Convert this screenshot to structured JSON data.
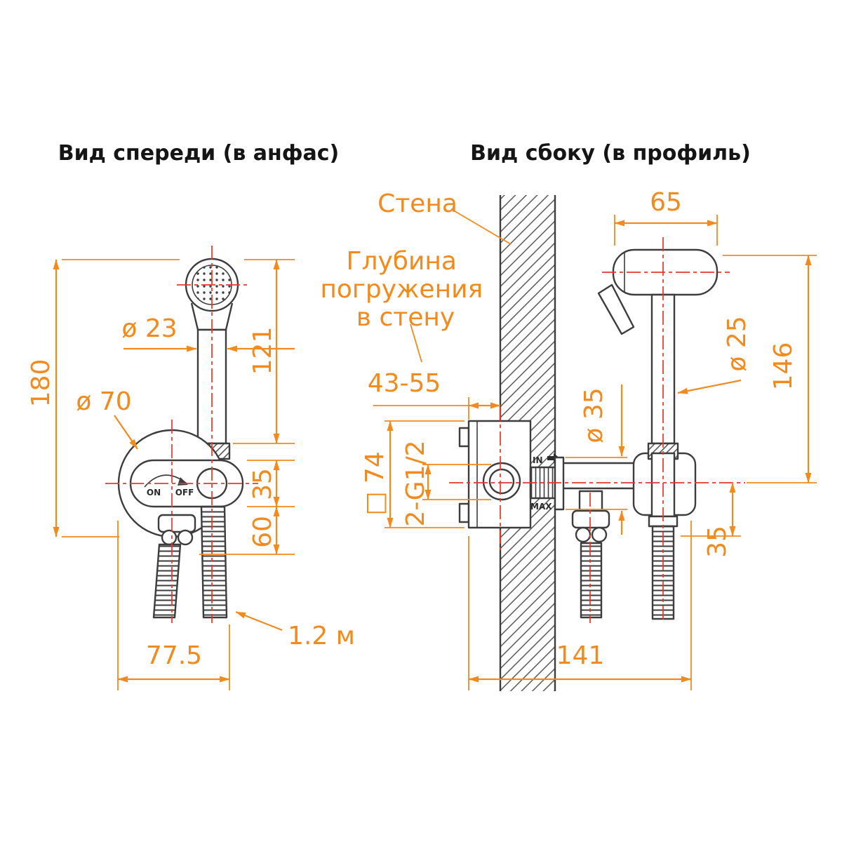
{
  "titles": {
    "front": "Вид спереди (в анфас)",
    "side": "Вид сбоку (в профиль)"
  },
  "front": {
    "total_height": "180",
    "sprayer_diameter": "ø 23",
    "sprayer_length": "121",
    "plate_diameter": "ø 70",
    "offset_top": "35",
    "offset_bottom": "60",
    "base_width": "77.5",
    "hose_length": "1.2 м",
    "valve_on": "ON",
    "valve_off": "OFF"
  },
  "side": {
    "wall_label": "Стена",
    "depth_caption_lines": [
      "Глубина",
      "погружения",
      "в стену"
    ],
    "embed_depth": "43-55",
    "head_length": "65",
    "sprayer_diameter": "ø 25",
    "total_height": "146",
    "body_square": "□ 74",
    "thread": "2-G1/2",
    "holder_diameter": "ø 35",
    "offset_bottom": "35",
    "total_depth": "141",
    "inlet_in": "IN",
    "inlet_max": "MAX"
  },
  "colors": {
    "dimension": "#f28a1d",
    "centerline": "#e8372b",
    "drawing": "#3d3d3d",
    "title": "#151515"
  }
}
